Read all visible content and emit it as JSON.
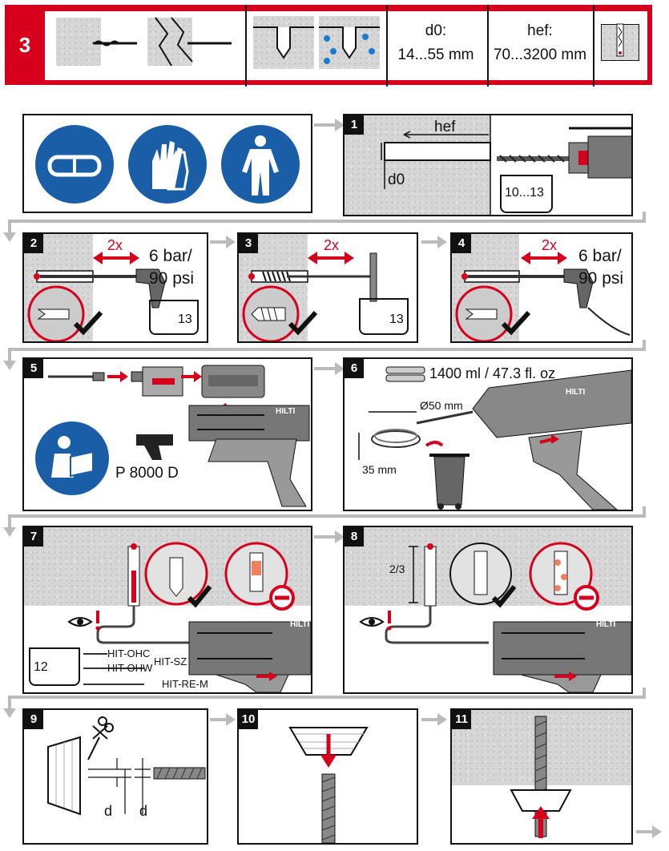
{
  "header": {
    "step": "3",
    "d0_label": "d0:",
    "d0_value": "14...55 mm",
    "hef_label": "hef:",
    "hef_value": "70...3200 mm"
  },
  "ppe": {
    "icons": [
      "safety-goggles-icon",
      "gloves-icon",
      "protective-suit-icon"
    ]
  },
  "steps": {
    "s1": {
      "num": "1",
      "hef": "hef",
      "d0": "d0",
      "ref": "10...13"
    },
    "s2": {
      "num": "2",
      "times": "2x",
      "pressure_line1": "6 bar/",
      "pressure_line2": "90 psi",
      "ref": "13"
    },
    "s3": {
      "num": "3",
      "times": "2x",
      "ref": "13"
    },
    "s4": {
      "num": "4",
      "times": "2x",
      "pressure_line1": "6 bar/",
      "pressure_line2": "90 psi"
    },
    "s5": {
      "num": "5",
      "tool": "P 8000 D",
      "brand": "HILTI"
    },
    "s6": {
      "num": "6",
      "volume": "1400 ml / 47.3 fl. oz",
      "diameter": "Ø50 mm",
      "height": "35 mm",
      "brand": "HILTI"
    },
    "s7": {
      "num": "7",
      "ref": "12",
      "mixer1": "HIT-OHC",
      "mixer2": "HIT-OHW",
      "mixer3": "HIT-SZ",
      "mixer4": "HIT-RE-M",
      "brand": "HILTI"
    },
    "s8": {
      "num": "8",
      "fraction": "2/3",
      "brand": "HILTI"
    },
    "s9": {
      "num": "9",
      "d1": "d",
      "d2": "d"
    },
    "s10": {
      "num": "10"
    },
    "s11": {
      "num": "11"
    }
  },
  "colors": {
    "accent": "#d6001c",
    "ink": "#111111",
    "concrete": "#d6d6d6",
    "blue": "#1a5ea8"
  }
}
